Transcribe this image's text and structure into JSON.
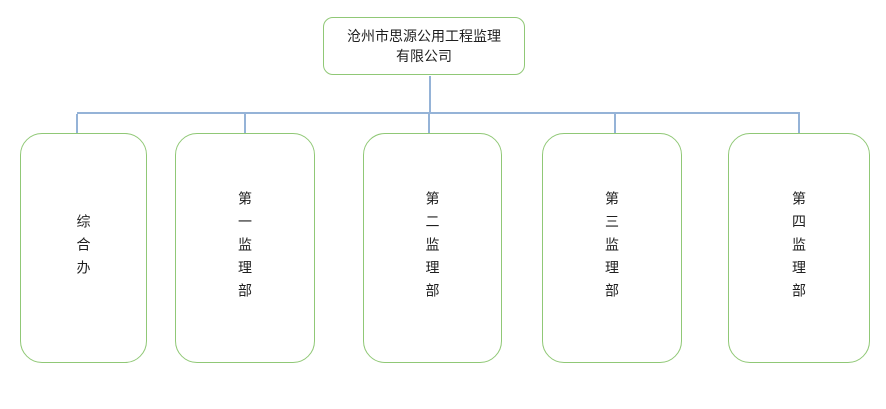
{
  "root": {
    "label": "沧州市思源公用工程监理有限公司",
    "line1": "沧州市思源公用工程监理",
    "line2": "有限公司"
  },
  "departments": [
    {
      "label": "综合办"
    },
    {
      "label": "第一监理部"
    },
    {
      "label": "第二监理部"
    },
    {
      "label": "第三监理部"
    },
    {
      "label": "第四监理部"
    }
  ],
  "colors": {
    "box_border": "#90c876",
    "connector": "#95b3d7",
    "text_color": "#1f1f1f",
    "background": "#ffffff"
  }
}
